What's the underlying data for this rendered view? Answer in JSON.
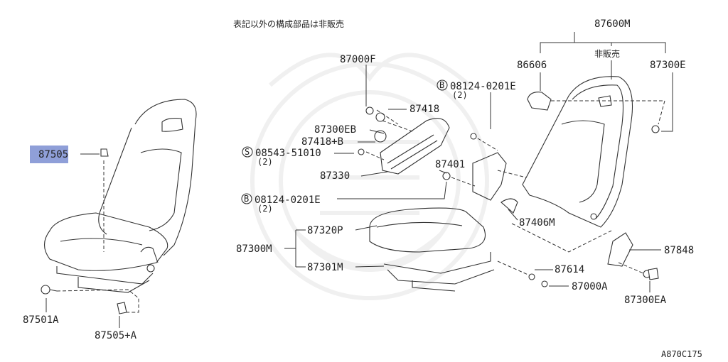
{
  "note_jp": "表記以外の構成部品は非販売",
  "not_for_sale": "非販売",
  "diagram_code": "A870C175",
  "highlight_color": "#8f9fd8",
  "parts": {
    "p87505": "87505",
    "p87501A": "87501A",
    "p87505A": "87505+A",
    "p87000F": "87000F",
    "p87418": "87418",
    "p87300EB": "87300EB",
    "p87418B": "87418+B",
    "p08543": "08543-51010",
    "qty08543": "(2)",
    "p87330": "87330",
    "p08124a": "08124-0201E",
    "qty08124a": "(2)",
    "p08124b": "08124-0201E",
    "qty08124b": "(2)",
    "p87401": "87401",
    "p87320P": "87320P",
    "p87300M": "87300M",
    "p87301M": "87301M",
    "p87406M": "87406M",
    "p87600M": "87600M",
    "p86606": "86606",
    "p87300E": "87300E",
    "p87848": "87848",
    "p87614": "87614",
    "p87000A": "87000A",
    "p87300EA": "87300EA"
  },
  "symbols": {
    "bolt_mark": "B",
    "screw_mark": "S"
  }
}
